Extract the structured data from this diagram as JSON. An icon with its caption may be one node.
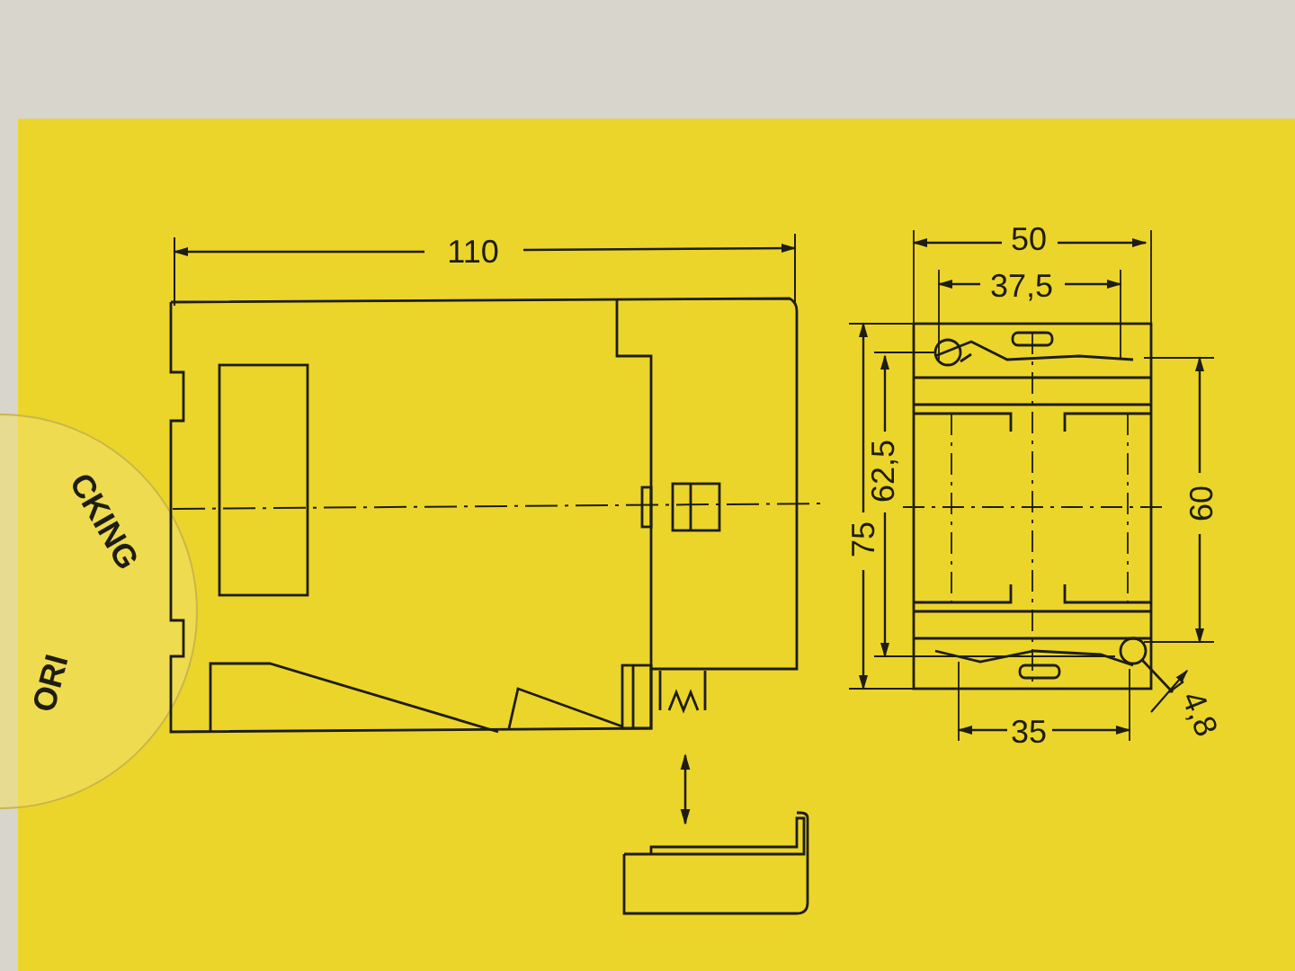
{
  "diagram": {
    "labels": [
      "110",
      "50",
      "37,5",
      "62,5",
      "75",
      "60",
      "35",
      "4,8",
      "CKING",
      "ORI"
    ]
  }
}
